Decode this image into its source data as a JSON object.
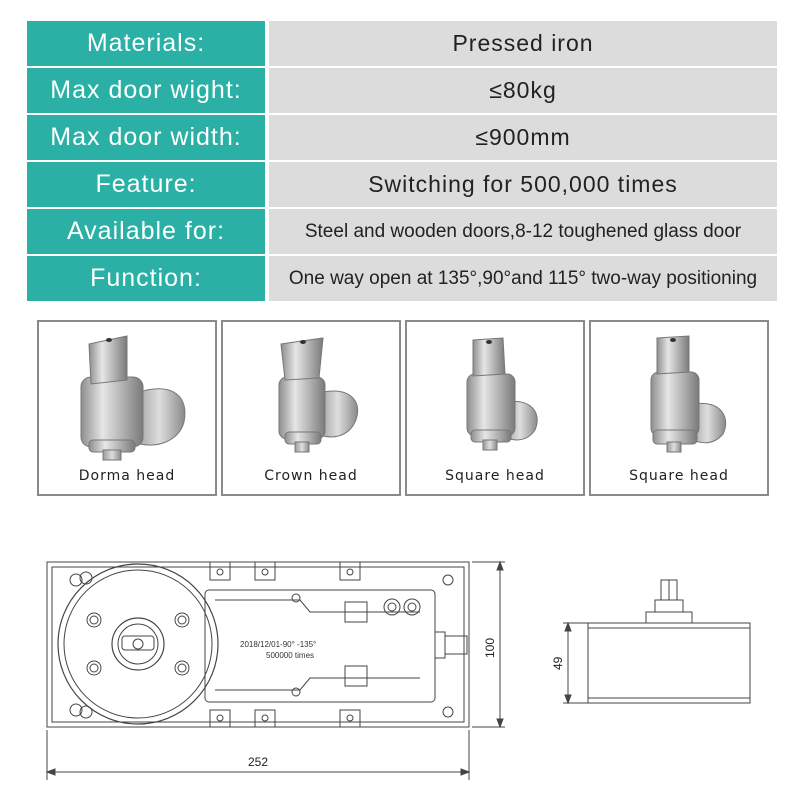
{
  "specs": [
    {
      "label": "Materials:",
      "value": "Pressed iron"
    },
    {
      "label": "Max door wight:",
      "value": "≤80kg"
    },
    {
      "label": "Max door width:",
      "value": "≤900mm"
    },
    {
      "label": "Feature:",
      "value": "Switching for 500,000 times"
    },
    {
      "label": "Available for:",
      "value": "Steel and wooden doors,8-12 toughened glass door"
    },
    {
      "label": "Function:",
      "value": "One way open at 135°,90°and 115° two-way positioning"
    }
  ],
  "heads": [
    {
      "label": "Dorma head"
    },
    {
      "label": "Crown head"
    },
    {
      "label": "Square head"
    },
    {
      "label": "Square head"
    }
  ],
  "drawing": {
    "width_dim": "252",
    "height_dim": "100",
    "side_height_dim": "49",
    "stamp_line1": "2018/12/01-90° -135°",
    "stamp_line2": "500000 times"
  }
}
